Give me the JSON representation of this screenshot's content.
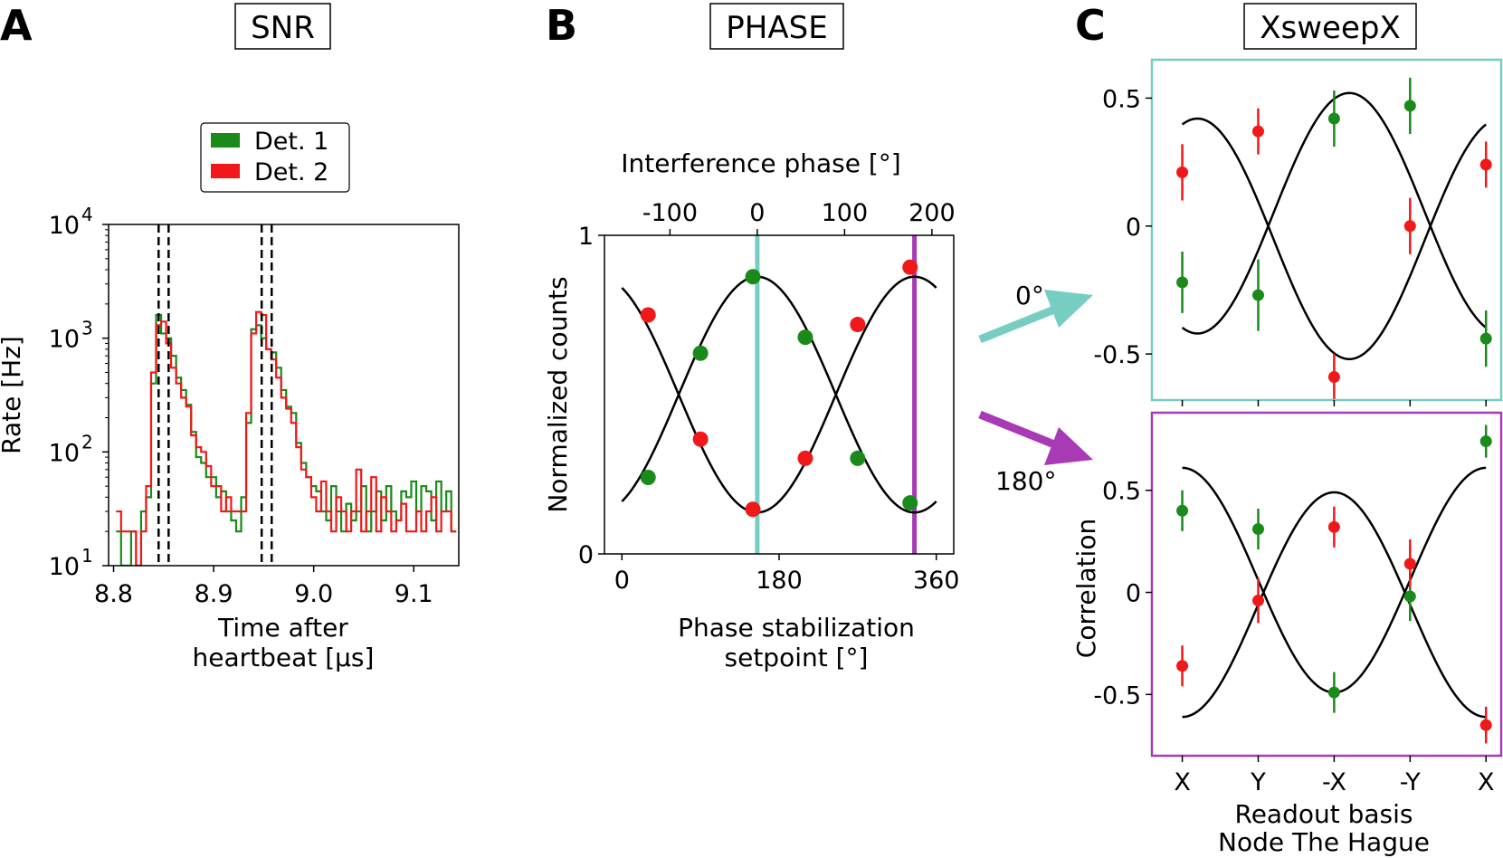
{
  "panels": {
    "A": {
      "letter": "A",
      "title": "SNR"
    },
    "B": {
      "letter": "B",
      "title": "PHASE"
    },
    "C": {
      "letter": "C",
      "title": "XsweepX"
    }
  },
  "arrows": {
    "upper": {
      "label": "0°",
      "color": "#76cdc2"
    },
    "lower": {
      "label": "180°",
      "color": "#a83ab5"
    }
  },
  "colors": {
    "det1": "#1a8a1a",
    "det2": "#f01818",
    "teal": "#76cdc2",
    "purple": "#a83ab5",
    "dashed": "#000000",
    "fit": "#000000"
  },
  "chart_data": [
    {
      "id": "A",
      "type": "line",
      "step": true,
      "title": "SNR",
      "xlabel": "Time after heartbeat [μs]",
      "xlabel_lines": [
        "Time after",
        "heartbeat [μs]"
      ],
      "ylabel": "Rate [Hz]",
      "yscale": "log",
      "xlim": [
        8.795,
        9.145
      ],
      "ylim": [
        10,
        10000
      ],
      "xticks": [
        8.8,
        8.9,
        9.0,
        9.1
      ],
      "xtick_labels": [
        "8.8",
        "8.9",
        "9.0",
        "9.1"
      ],
      "yticks": [
        10,
        100,
        1000,
        10000
      ],
      "ytick_labels": [
        {
          "base": "10",
          "exp": "1"
        },
        {
          "base": "10",
          "exp": "2"
        },
        {
          "base": "10",
          "exp": "3"
        },
        {
          "base": "10",
          "exp": "4"
        }
      ],
      "legend": {
        "position": "top-center",
        "entries": [
          "Det. 1",
          "Det. 2"
        ]
      },
      "vlines": [
        8.845,
        8.855,
        8.948,
        8.958
      ],
      "bin_width": 0.005,
      "series": [
        {
          "name": "Det. 1",
          "x": [
            8.805,
            8.81,
            8.815,
            8.82,
            8.825,
            8.83,
            8.835,
            8.84,
            8.845,
            8.85,
            8.855,
            8.86,
            8.865,
            8.87,
            8.875,
            8.88,
            8.885,
            8.89,
            8.895,
            8.9,
            8.905,
            8.91,
            8.915,
            8.92,
            8.925,
            8.93,
            8.935,
            8.94,
            8.945,
            8.95,
            8.955,
            8.96,
            8.965,
            8.97,
            8.975,
            8.98,
            8.985,
            8.99,
            8.995,
            9.0,
            9.005,
            9.01,
            9.015,
            9.02,
            9.025,
            9.03,
            9.035,
            9.04,
            9.045,
            9.05,
            9.055,
            9.06,
            9.065,
            9.07,
            9.075,
            9.08,
            9.085,
            9.09,
            9.095,
            9.1,
            9.105,
            9.11,
            9.115,
            9.12,
            9.125,
            9.13,
            9.135,
            9.14
          ],
          "values": [
            20,
            10,
            10,
            20,
            10,
            30,
            40,
            400,
            1600,
            1100,
            1000,
            700,
            450,
            350,
            260,
            150,
            90,
            80,
            60,
            60,
            40,
            45,
            30,
            25,
            20,
            40,
            180,
            1200,
            1300,
            1000,
            800,
            750,
            550,
            350,
            250,
            220,
            120,
            80,
            60,
            50,
            45,
            30,
            25,
            50,
            30,
            20,
            35,
            25,
            30,
            50,
            20,
            30,
            45,
            25,
            50,
            30,
            25,
            45,
            40,
            55,
            30,
            50,
            45,
            25,
            55,
            30,
            45,
            20
          ]
        },
        {
          "name": "Det. 2",
          "x": [
            8.805,
            8.81,
            8.815,
            8.82,
            8.825,
            8.83,
            8.835,
            8.84,
            8.845,
            8.85,
            8.855,
            8.86,
            8.865,
            8.87,
            8.875,
            8.88,
            8.885,
            8.89,
            8.895,
            8.9,
            8.905,
            8.91,
            8.915,
            8.92,
            8.925,
            8.93,
            8.935,
            8.94,
            8.945,
            8.95,
            8.955,
            8.96,
            8.965,
            8.97,
            8.975,
            8.98,
            8.985,
            8.99,
            8.995,
            9.0,
            9.005,
            9.01,
            9.015,
            9.02,
            9.025,
            9.03,
            9.035,
            9.04,
            9.045,
            9.05,
            9.055,
            9.06,
            9.065,
            9.07,
            9.075,
            9.08,
            9.085,
            9.09,
            9.095,
            9.1,
            9.105,
            9.11,
            9.115,
            9.12,
            9.125,
            9.13,
            9.135,
            9.14
          ],
          "values": [
            30,
            20,
            20,
            20,
            10,
            20,
            50,
            500,
            1300,
            1400,
            900,
            550,
            400,
            300,
            250,
            140,
            110,
            100,
            75,
            50,
            50,
            30,
            40,
            30,
            30,
            30,
            220,
            1100,
            1700,
            1600,
            800,
            650,
            450,
            300,
            240,
            180,
            110,
            70,
            60,
            40,
            30,
            55,
            30,
            20,
            40,
            30,
            20,
            30,
            70,
            20,
            30,
            60,
            20,
            40,
            30,
            20,
            25,
            35,
            20,
            20,
            30,
            20,
            30,
            40,
            20,
            30,
            30,
            20
          ]
        }
      ]
    },
    {
      "id": "B",
      "type": "scatter",
      "title": "PHASE",
      "xlabel": "Phase stabilization setpoint [°]",
      "xlabel_lines": [
        "Phase stabilization",
        "setpoint [°]"
      ],
      "ylabel": "Normalized counts",
      "top_xlabel": "Interference phase [°]",
      "xlim": [
        -20,
        380
      ],
      "ylim": [
        0,
        1
      ],
      "xticks": [
        0,
        180,
        360
      ],
      "xtick_labels": [
        "0",
        "180",
        "360"
      ],
      "yticks": [
        0,
        1
      ],
      "ytick_labels": [
        "0",
        "1"
      ],
      "top_xticks": [
        -100,
        0,
        100,
        200
      ],
      "top_xtick_labels": [
        "-100",
        "0",
        "100",
        "200"
      ],
      "top_axis_offset": 155,
      "vlines": [
        {
          "x": 155,
          "color": "teal"
        },
        {
          "x": 335,
          "color": "purple"
        }
      ],
      "series": [
        {
          "name": "Det. 1",
          "x": [
            30,
            90,
            150,
            210,
            270,
            330
          ],
          "values": [
            0.24,
            0.63,
            0.87,
            0.68,
            0.3,
            0.16
          ]
        },
        {
          "name": "Det. 2",
          "x": [
            30,
            90,
            150,
            210,
            270,
            330
          ],
          "values": [
            0.75,
            0.36,
            0.14,
            0.3,
            0.72,
            0.9
          ]
        }
      ],
      "fits": [
        {
          "mean": 0.5,
          "amplitude": 0.37,
          "period": 360,
          "peak_at": 155,
          "xrange": [
            0,
            360
          ]
        },
        {
          "mean": 0.5,
          "amplitude": -0.37,
          "period": 360,
          "peak_at": 155,
          "xrange": [
            0,
            360
          ]
        }
      ]
    },
    {
      "id": "C-top",
      "type": "scatter",
      "title": "XsweepX",
      "frame_color": "teal",
      "xlabel": "",
      "ylabel": "",
      "xlim": [
        -0.4,
        4.2
      ],
      "ylim": [
        -0.68,
        0.65
      ],
      "categories": [
        "X",
        "Y",
        "-X",
        "-Y",
        "X"
      ],
      "yticks": [
        -0.5,
        0,
        0.5
      ],
      "ytick_labels": [
        "-0.5",
        "0",
        "0.5"
      ],
      "series": [
        {
          "name": "Det. 1",
          "x": [
            0,
            1,
            2,
            3,
            4
          ],
          "values": [
            -0.22,
            -0.27,
            0.42,
            0.47,
            -0.44
          ],
          "errors": [
            0.12,
            0.14,
            0.11,
            0.11,
            0.11
          ]
        },
        {
          "name": "Det. 2",
          "x": [
            0,
            1,
            2,
            3,
            4
          ],
          "values": [
            0.21,
            0.37,
            -0.59,
            0.0,
            0.24
          ],
          "errors": [
            0.11,
            0.09,
            0.09,
            0.11,
            0.09
          ]
        }
      ],
      "fits": [
        {
          "amplitude": 0.47,
          "offset": 0.05,
          "period": 4,
          "peak_at": 2.2,
          "xrange": [
            0,
            4
          ]
        },
        {
          "amplitude": -0.47,
          "offset": -0.05,
          "period": 4,
          "peak_at": 2.2,
          "xrange": [
            0,
            4
          ]
        }
      ]
    },
    {
      "id": "C-bottom",
      "type": "scatter",
      "frame_color": "purple",
      "xlabel": "Readout basis Node The Hague",
      "xlabel_lines": [
        "Readout basis",
        "Node The Hague"
      ],
      "ylabel": "Correlation",
      "xlim": [
        -0.4,
        4.2
      ],
      "ylim": [
        -0.8,
        0.88
      ],
      "categories": [
        "X",
        "Y",
        "-X",
        "-Y",
        "X"
      ],
      "xtick_labels": [
        "X",
        "Y",
        "-X",
        "-Y",
        "X"
      ],
      "yticks": [
        -0.5,
        0,
        0.5
      ],
      "ytick_labels": [
        "-0.5",
        "0",
        "0.5"
      ],
      "series": [
        {
          "name": "Det. 1",
          "x": [
            0,
            1,
            2,
            3,
            4
          ],
          "values": [
            0.4,
            0.31,
            -0.49,
            -0.02,
            0.74
          ],
          "errors": [
            0.1,
            0.1,
            0.1,
            0.12,
            0.08
          ]
        },
        {
          "name": "Det. 2",
          "x": [
            0,
            1,
            2,
            3,
            4
          ],
          "values": [
            -0.36,
            -0.04,
            0.32,
            0.14,
            -0.65
          ],
          "errors": [
            0.1,
            0.11,
            0.1,
            0.12,
            0.09
          ]
        }
      ],
      "fits": [
        {
          "amplitude": 0.55,
          "offset": -0.06,
          "period": 4,
          "peak_at": 2.0,
          "xrange": [
            0,
            4
          ]
        },
        {
          "amplitude": -0.55,
          "offset": 0.06,
          "period": 4,
          "peak_at": 2.0,
          "xrange": [
            0,
            4
          ]
        }
      ]
    }
  ]
}
